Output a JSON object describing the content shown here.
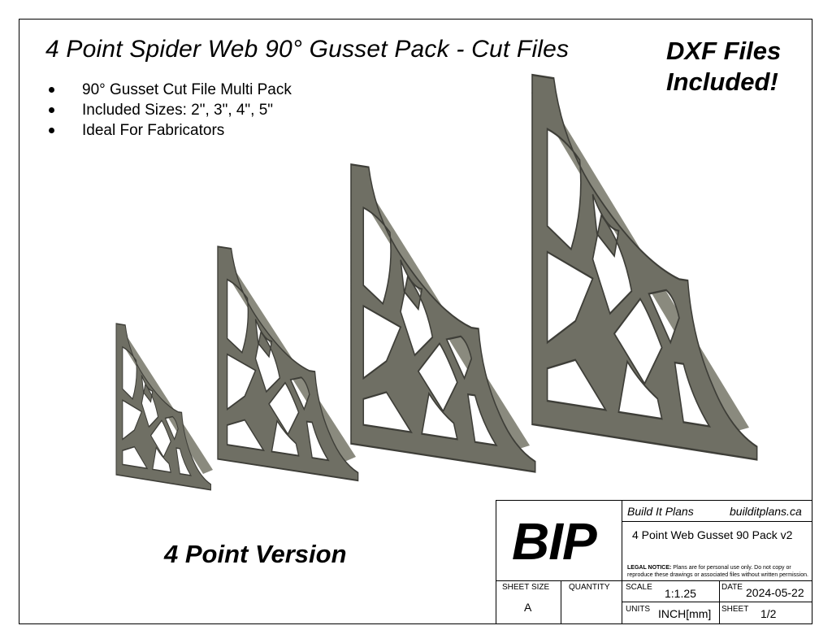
{
  "title": "4 Point Spider Web 90° Gusset Pack - Cut Files",
  "callout": [
    "DXF Files",
    "Included!"
  ],
  "bullets": [
    "90° Gusset Cut File Multi Pack",
    "Included Sizes: 2\", 3\", 4\", 5\"",
    "Ideal For Fabricators"
  ],
  "version_label": "4 Point Version",
  "colors": {
    "part_face": "#6f6f64",
    "part_edge": "#4a4a43",
    "part_side": "#8a8a7e",
    "line": "#000000"
  },
  "title_block": {
    "logo": "BIP",
    "company": "Build It Plans",
    "website": "builditplans.ca",
    "drawing_name": "4 Point Web Gusset 90 Pack v2",
    "legal_label": "LEGAL NOTICE:",
    "legal_text": "Plans are for personal use only. Do not copy or reproduce these drawings or associated files without written permission.",
    "sheet_size_label": "SHEET SIZE",
    "sheet_size": "A",
    "quantity_label": "QUANTITY",
    "quantity": "",
    "scale_label": "SCALE",
    "scale": "1:1.25",
    "date_label": "DATE",
    "date": "2024-05-22",
    "units_label": "UNITS",
    "units": "INCH[mm]",
    "sheet_label": "SHEET",
    "sheet": "1/2"
  }
}
